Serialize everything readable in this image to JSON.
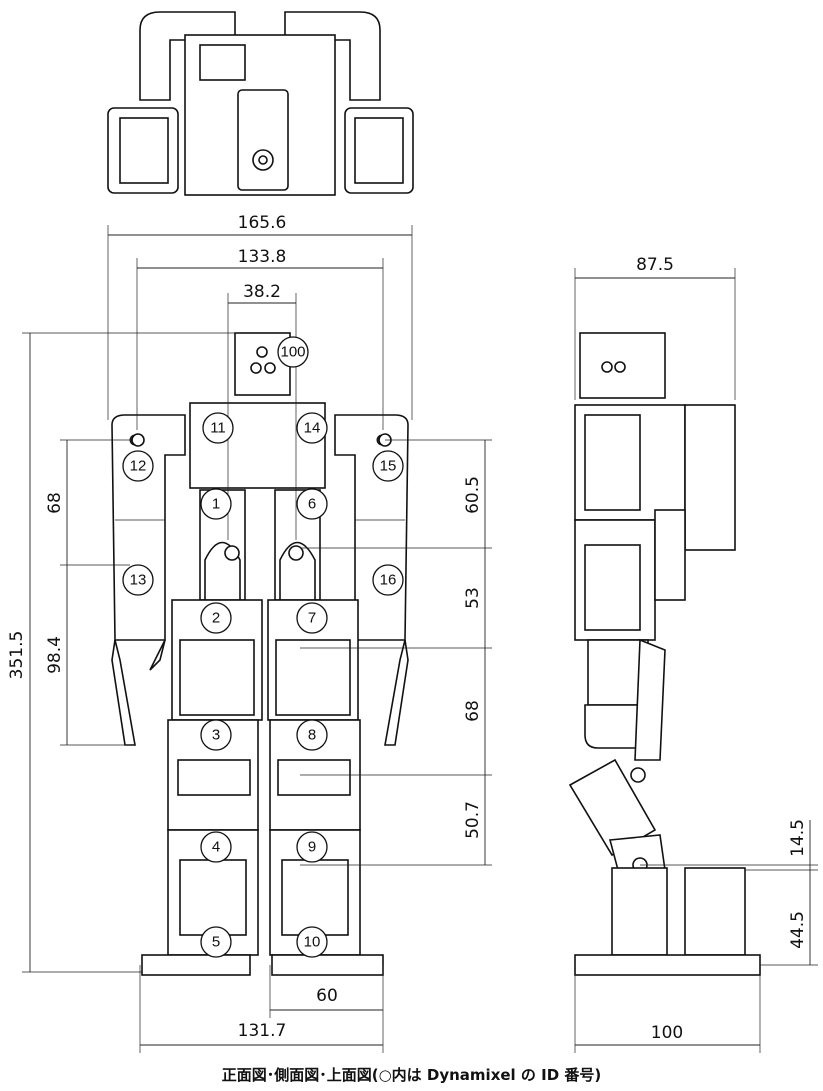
{
  "dimensions": {
    "top_width": "165.6",
    "shoulder_width": "133.8",
    "neck_width": "38.2",
    "total_height": "351.5",
    "upper_arm": "68",
    "lower_arm": "98.4",
    "hip_to_thigh": "60.5",
    "thigh": "53",
    "shin": "68",
    "ankle": "50.7",
    "foot_gap": "60",
    "foot_span": "131.7",
    "side_depth": "87.5",
    "side_foot_length": "100",
    "side_ankle_offset": "14.5",
    "side_foot_height": "44.5"
  },
  "dynamixel_ids": [
    "100",
    "11",
    "14",
    "12",
    "15",
    "1",
    "6",
    "13",
    "16",
    "2",
    "7",
    "3",
    "8",
    "4",
    "9",
    "5",
    "10"
  ],
  "caption": "正面図･側面図･上面図(○内は Dynamixel の ID 番号)"
}
